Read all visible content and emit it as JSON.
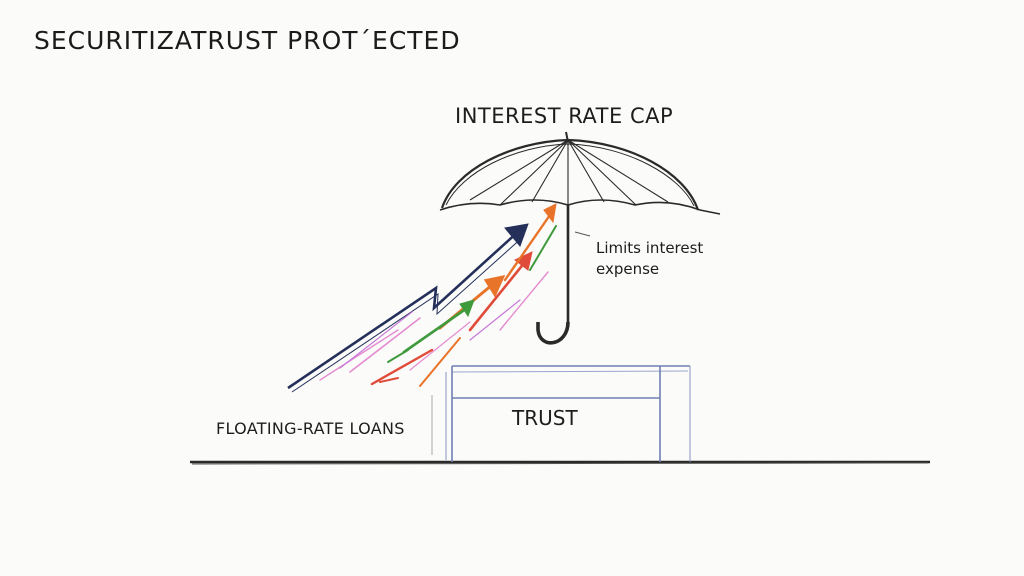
{
  "title": "SECURITIZATRUST PROT´ECTED",
  "labels": {
    "cap": "INTEREST RATE CAP",
    "note": "Limits interest expense",
    "trust": "TRUST",
    "loans": "FLOATING-RATE LOANS"
  },
  "colors": {
    "ink": "#1d1d1d",
    "navy": "#25305a",
    "orange": "#e8742a",
    "red": "#e04b3a",
    "green": "#3f9a3c",
    "pink": "#e58bd0",
    "box": "#6f7fb3"
  }
}
